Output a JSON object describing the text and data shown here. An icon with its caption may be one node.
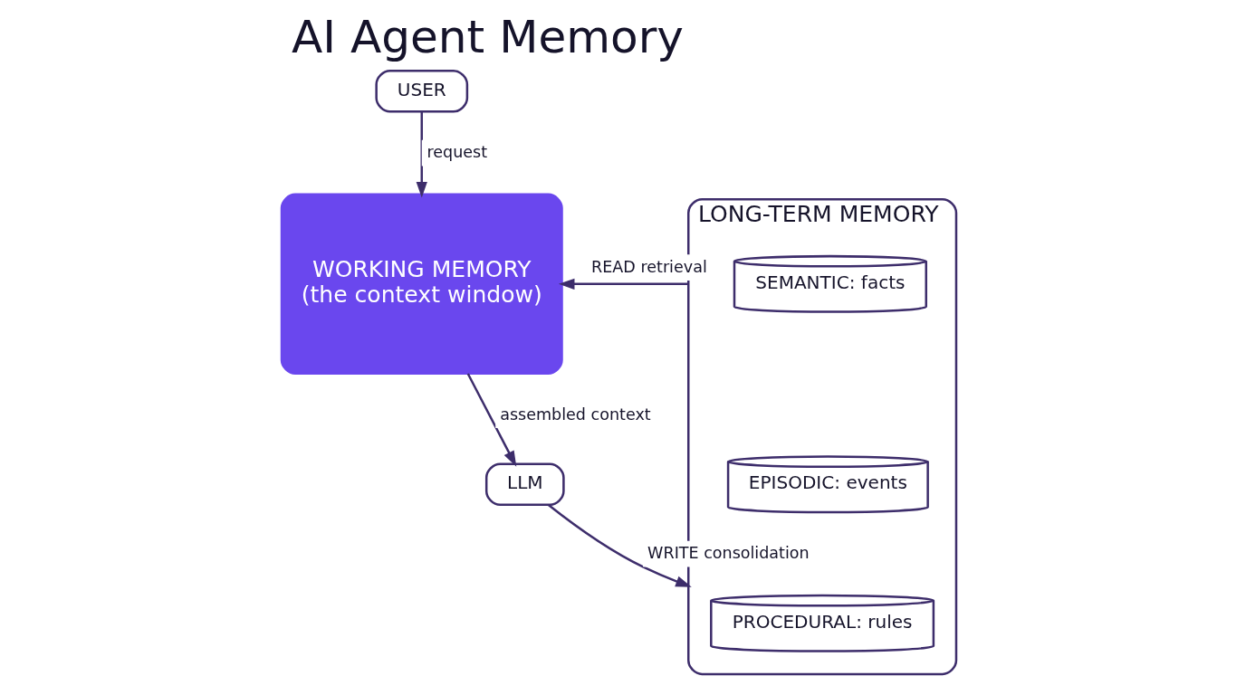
{
  "diagram": {
    "title": "AI Agent Memory",
    "nodes": [
      {
        "text": [
          "USER"
        ]
      },
      {
        "text": [
          "WORKING MEMORY",
          "(the context window)"
        ]
      },
      {
        "text": [
          "LLM"
        ]
      },
      {
        "text": [
          "LONG-TERM MEMORY"
        ]
      },
      {
        "text": [
          "SEMANTIC: facts"
        ],
        "in": 3
      },
      {
        "text": [
          "EPISODIC: events"
        ],
        "in": 3
      },
      {
        "text": [
          "PROCEDURAL: rules"
        ],
        "in": 3
      }
    ],
    "edges": [
      {
        "from": 0,
        "to": 1,
        "arrow": "to",
        "label": "request"
      },
      {
        "from": 1,
        "to": 2,
        "arrow": "to",
        "label": "assembled context"
      },
      {
        "from": 3,
        "to": 1,
        "arrow": "to",
        "label": "READ retrieval"
      },
      {
        "from": 2,
        "to": 3,
        "arrow": "to",
        "label": "WRITE consolidation"
      }
    ]
  }
}
